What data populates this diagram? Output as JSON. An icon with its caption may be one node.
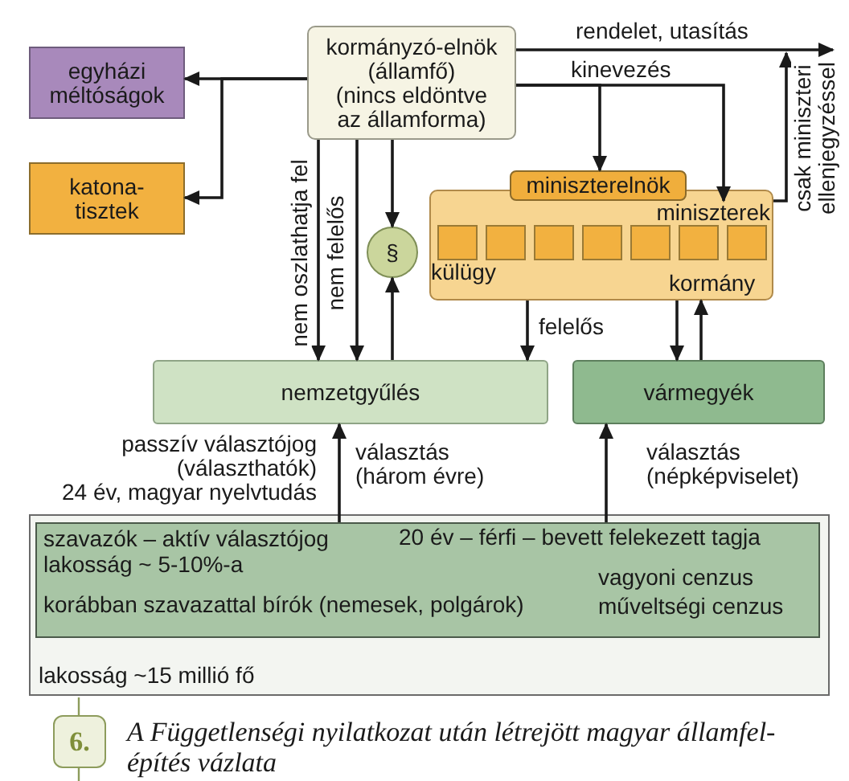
{
  "diagram": {
    "caption": "A Függetlenségi nyilatkozat után létrejött magyar államfel-építés vázlata",
    "nodes": [
      {
        "text": [
          "kormányzó-elnök (államfő)",
          "(nincs eldöntve az államforma)"
        ]
      },
      {
        "text": [
          "egyházi méltóságok"
        ]
      },
      {
        "text": [
          "katona-tisztek"
        ]
      },
      {
        "text": [
          "miniszterelnök"
        ]
      },
      {
        "text": [
          "kormány"
        ]
      },
      {
        "text": [
          "miniszterek"
        ],
        "in": 4
      },
      {
        "text": [],
        "shape": "box",
        "in": 4,
        "beside": [
          "külügy"
        ]
      },
      {
        "text": [],
        "shape": "box",
        "in": 4
      },
      {
        "text": [],
        "shape": "box",
        "in": 4
      },
      {
        "text": [],
        "shape": "box",
        "in": 4
      },
      {
        "text": [],
        "shape": "box",
        "in": 4
      },
      {
        "text": [],
        "shape": "box",
        "in": 4
      },
      {
        "text": [],
        "shape": "box",
        "in": 4
      },
      {
        "text": [
          "§"
        ]
      },
      {
        "text": [
          "nemzetgyűlés"
        ]
      },
      {
        "text": [
          "vármegyék"
        ]
      },
      {
        "text": [
          "lakosság ~15 millió fő"
        ]
      },
      {
        "text": [
          "szavazók – aktív választójog lakosság ~ 5-10%-a",
          "20 év – férfi – bevett felekezett tagja",
          "korábban szavazattal bírók (nemesek, polgárok)",
          "vagyoni cenzus műveltségi cenzus"
        ],
        "in": 16
      }
    ],
    "edges": [
      {
        "from": 0,
        "to": 1,
        "arrow": "to"
      },
      {
        "from": 0,
        "to": 2,
        "arrow": "to"
      },
      {
        "from": 0,
        "to": null,
        "arrow": "to",
        "label": "rendelet, utasítás"
      },
      {
        "from": 0,
        "to": 3,
        "arrow": "to"
      },
      {
        "from": 0,
        "to": 5,
        "arrow": "to",
        "label": "kinevezés"
      },
      {
        "from": 4,
        "to": null,
        "arrow": "to",
        "label": "csak miniszteri ellenjegyzéssel"
      },
      {
        "from": 0,
        "to": 14,
        "arrow": "to",
        "label": "nem oszlathatja fel"
      },
      {
        "from": 0,
        "to": 14,
        "arrow": "to",
        "label": "nem felelős"
      },
      {
        "from": 0,
        "to": 13,
        "arrow": "to"
      },
      {
        "from": 14,
        "to": 13,
        "arrow": "to"
      },
      {
        "from": 4,
        "to": 14,
        "arrow": "to",
        "label": "felelős"
      },
      {
        "from": 4,
        "to": 15,
        "arrow": "to"
      },
      {
        "from": 15,
        "to": 4,
        "arrow": "to"
      },
      {
        "from": 17,
        "to": 14,
        "arrow": "to",
        "label": "választás (három évre)"
      },
      {
        "from": 17,
        "to": 15,
        "arrow": "to",
        "label": "választás (népképviselet)"
      }
    ],
    "labels": [
      "passzív választójog (választhatók)",
      "24 év, magyar nyelvtudás",
      "6."
    ]
  }
}
